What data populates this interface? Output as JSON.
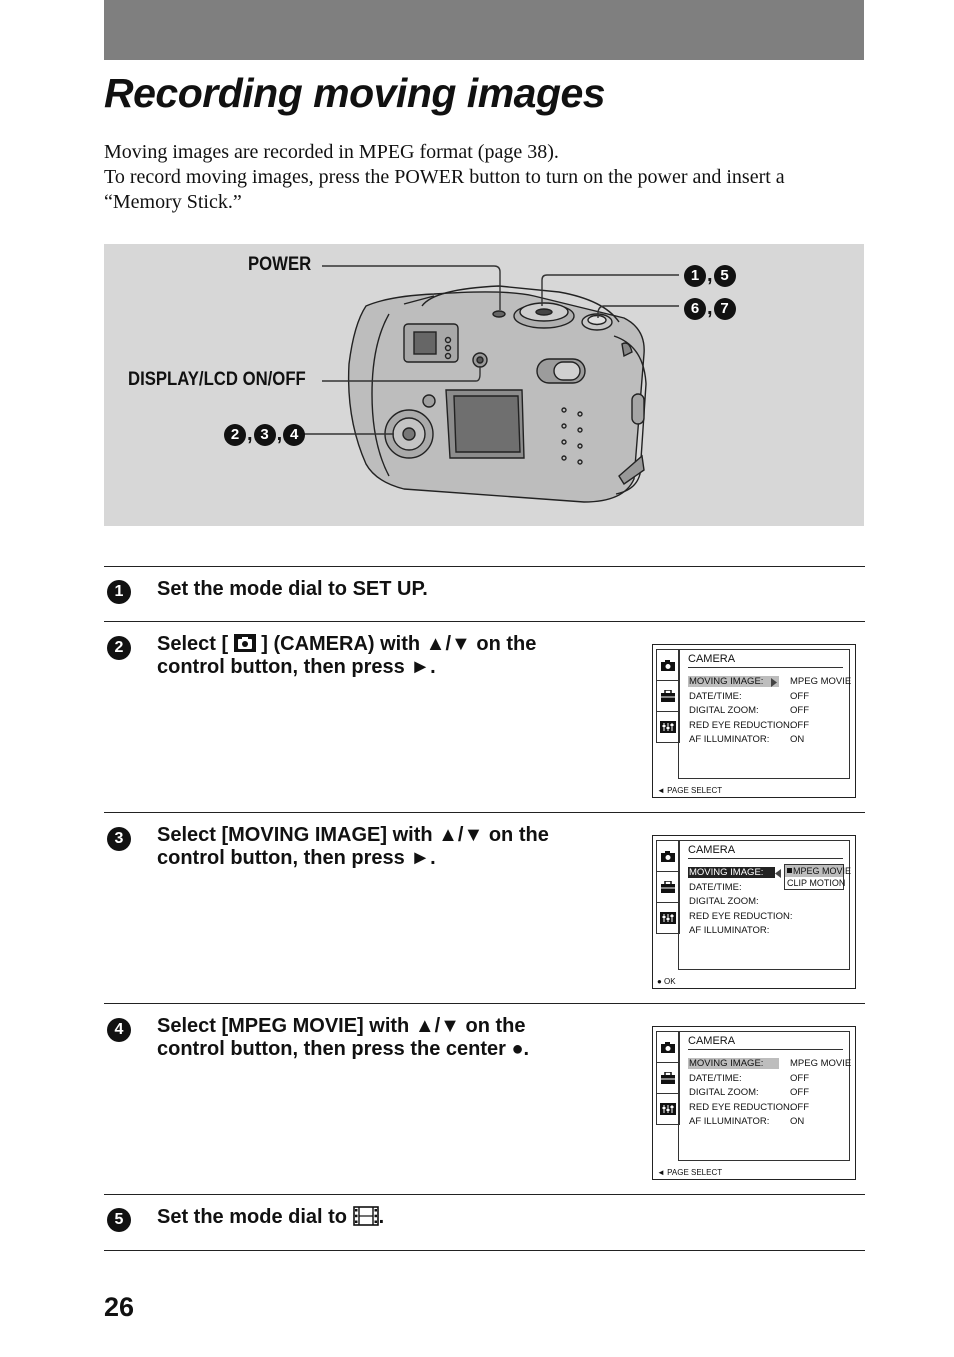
{
  "page": {
    "title": "Recording moving images",
    "intro": [
      "Moving images are recorded in MPEG format (page 38).",
      "To record moving images, press the POWER button to turn on the power and insert a",
      "“Memory Stick.”"
    ],
    "page_number": "26"
  },
  "figure": {
    "callouts": {
      "power": "POWER",
      "display": "DISPLAY/LCD ON/OFF"
    },
    "markers": {
      "m1": "1",
      "m5": "5",
      "m6": "6",
      "m7": "7",
      "m2": "2",
      "m3": "3",
      "m4": "4",
      "sep": ","
    }
  },
  "steps": [
    {
      "num": "1",
      "lines": [
        "Set the mode dial to SET UP."
      ]
    },
    {
      "num": "2",
      "line1_pre": "Select [ ",
      "line1_post": " ] (CAMERA) with ▲/▼ on the",
      "line2": "control button, then press ►.",
      "screen": {
        "header": "CAMERA",
        "rows": [
          "MOVING IMAGE:",
          "DATE/TIME:",
          "DIGITAL ZOOM:",
          "RED EYE REDUCTION:",
          "AF ILLUMINATOR:"
        ],
        "values": [
          "MPEG MOVIE",
          "OFF",
          "OFF",
          "OFF",
          "ON"
        ],
        "footer": "◄  PAGE SELECT"
      }
    },
    {
      "num": "3",
      "line1": "Select [MOVING IMAGE] with ▲/▼ on the",
      "line2": "control button, then press ►.",
      "screen": {
        "header": "CAMERA",
        "rows": [
          "MOVING IMAGE:",
          "DATE/TIME:",
          "DIGITAL ZOOM:",
          "RED EYE REDUCTION:",
          "AF ILLUMINATOR:"
        ],
        "options": [
          "MPEG MOVIE",
          "CLIP MOTION"
        ],
        "footer": "● OK"
      }
    },
    {
      "num": "4",
      "line1": "Select [MPEG MOVIE] with ▲/▼ on the",
      "line2": "control button, then press the center ●.",
      "screen": {
        "header": "CAMERA",
        "rows": [
          "MOVING IMAGE:",
          "DATE/TIME:",
          "DIGITAL ZOOM:",
          "RED EYE REDUCTION:",
          "AF ILLUMINATOR:"
        ],
        "values": [
          "MPEG MOVIE",
          "OFF",
          "OFF",
          "OFF",
          "ON"
        ],
        "footer": "◄  PAGE SELECT"
      }
    },
    {
      "num": "5",
      "line1": "Set the mode dial to ",
      "line1_end": "."
    }
  ],
  "icons": {
    "camera_tab": "camera-icon",
    "toolbox_tab": "toolbox-icon",
    "settings_tab": "settings-icon",
    "movie_mode": "film-strip-icon"
  }
}
